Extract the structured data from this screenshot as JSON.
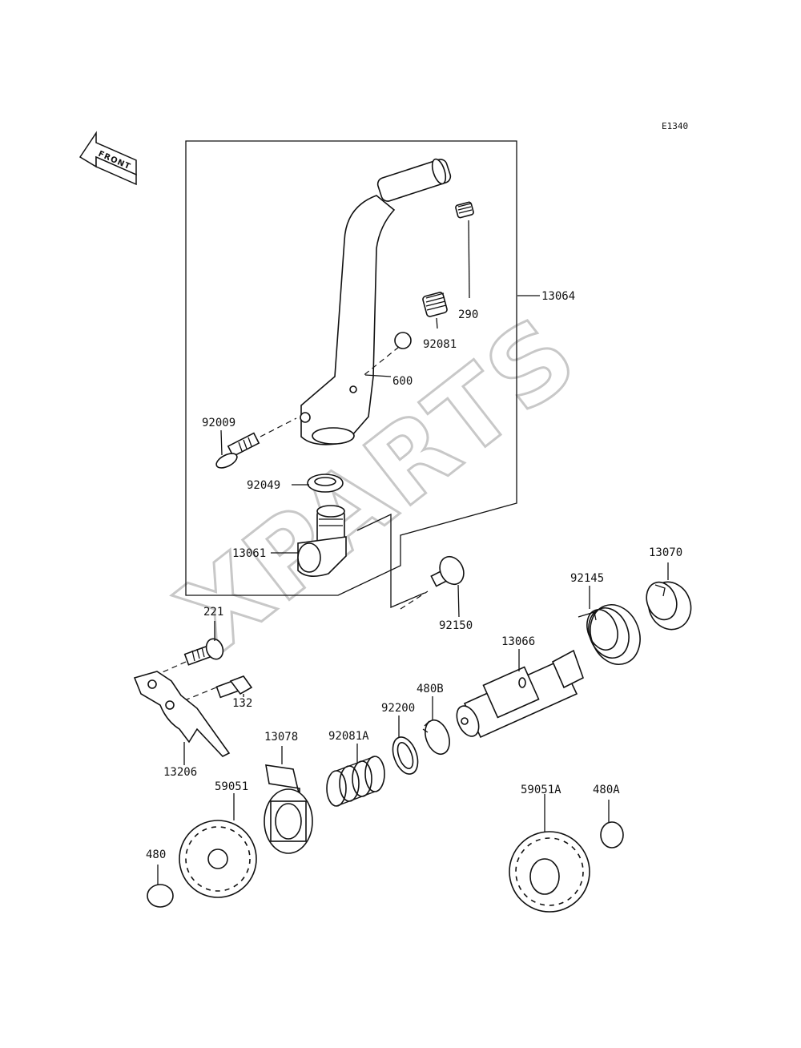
{
  "diagram": {
    "code": "E1340",
    "front_label": "FRONT",
    "watermark": "XPARTS",
    "labels": {
      "p13064": "13064",
      "p290": "290",
      "p92081": "92081",
      "p600": "600",
      "p92009": "92009",
      "p92049": "92049",
      "p13061": "13061",
      "p92150": "92150",
      "p13070": "13070",
      "p92145": "92145",
      "p13066": "13066",
      "p221": "221",
      "p132": "132",
      "p13206": "13206",
      "p92200": "92200",
      "p480B": "480B",
      "p13078": "13078",
      "p92081A": "92081A",
      "p59051": "59051",
      "p480": "480",
      "p59051A": "59051A",
      "p480A": "480A"
    }
  }
}
